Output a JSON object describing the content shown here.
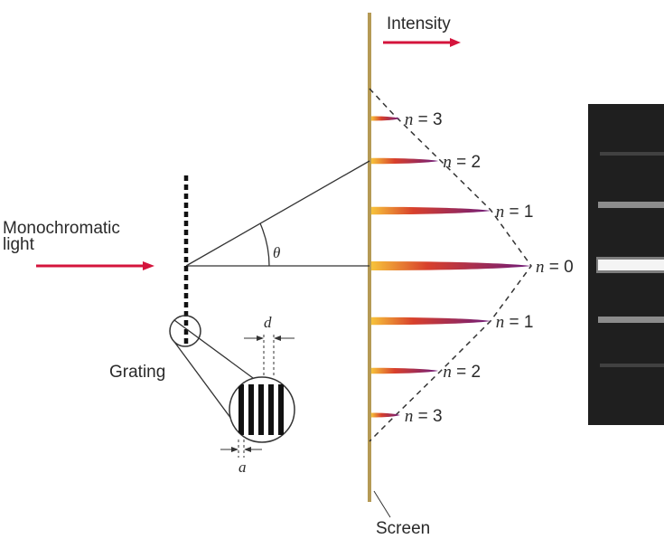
{
  "labels": {
    "intensity": "Intensity",
    "monochromatic_line1": "Monochromatic",
    "monochromatic_line2": "light",
    "grating": "Grating",
    "screen": "Screen",
    "theta": "θ",
    "d": "d",
    "a": "a"
  },
  "orders": [
    {
      "n": "3",
      "eq": "= 3",
      "intensity": 0.18,
      "side": "upper"
    },
    {
      "n": "2",
      "eq": "= 2",
      "intensity": 0.42,
      "side": "upper"
    },
    {
      "n": "1",
      "eq": "= 1",
      "intensity": 0.75,
      "side": "upper"
    },
    {
      "n": "0",
      "eq": "= 0",
      "intensity": 1.0,
      "side": "center"
    },
    {
      "n": "1",
      "eq": "= 1",
      "intensity": 0.75,
      "side": "lower"
    },
    {
      "n": "2",
      "eq": "= 2",
      "intensity": 0.42,
      "side": "lower"
    },
    {
      "n": "3",
      "eq": "= 3",
      "intensity": 0.18,
      "side": "lower"
    }
  ],
  "colors": {
    "arrow": "#d4143c",
    "screen": "#b59a55",
    "peak_outer": "#6e1b7a",
    "peak_inner": "#f2b431",
    "photo_bg": "#222222"
  }
}
